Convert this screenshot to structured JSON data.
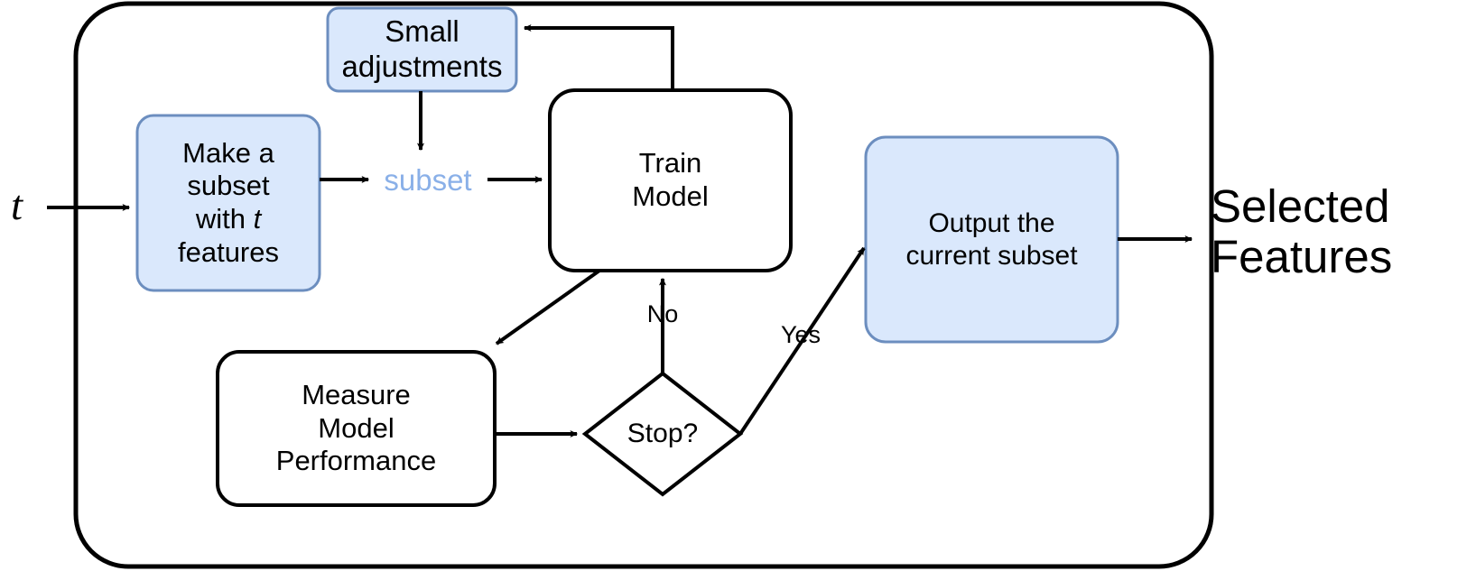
{
  "diagram": {
    "title": "Feature subset selection loop",
    "colors": {
      "node_fill_blue": "#dae8fc",
      "node_stroke_blue": "#6c8ebf",
      "node_fill_white": "#ffffff",
      "node_stroke_black": "#000000",
      "edge_color": "#000000",
      "subset_text_color": "#8ab0e8",
      "background": "#ffffff"
    },
    "container": {
      "name": "process-boundary",
      "shape": "rounded-rectangle"
    },
    "nodes": [
      {
        "id": "small-adjustments",
        "label": "Small\nadjustments",
        "shape": "rounded-rectangle",
        "style": "blue"
      },
      {
        "id": "make-subset",
        "label": "Make a\nsubset\nwith t\nfeatures",
        "shape": "rounded-rectangle",
        "style": "blue",
        "italic_tokens": [
          "t"
        ]
      },
      {
        "id": "train-model",
        "label": "Train\nModel",
        "shape": "rounded-rectangle",
        "style": "white"
      },
      {
        "id": "measure-performance",
        "label": "Measure\nModel\nPerformance",
        "shape": "rounded-rectangle",
        "style": "white"
      },
      {
        "id": "stop-decision",
        "label": "Stop?",
        "shape": "diamond",
        "style": "white"
      },
      {
        "id": "output-subset",
        "label": "Output the\ncurrent subset",
        "shape": "rounded-rectangle",
        "style": "blue"
      }
    ],
    "edge_labels": [
      {
        "id": "subset-variable",
        "text": "subset",
        "color": "#8ab0e8"
      },
      {
        "id": "decision-no",
        "text": "No",
        "color": "#000000"
      },
      {
        "id": "decision-yes",
        "text": "Yes",
        "color": "#000000"
      }
    ],
    "io_labels": [
      {
        "id": "input-t",
        "text": "t",
        "style": "italic"
      },
      {
        "id": "output-selected-features",
        "text": "Selected\nFeatures",
        "style": "normal"
      }
    ],
    "edges": [
      {
        "from": "input-t",
        "to": "make-subset",
        "label": ""
      },
      {
        "from": "make-subset",
        "to": "subset-variable",
        "label": ""
      },
      {
        "from": "small-adjustments",
        "to": "subset-variable",
        "label": ""
      },
      {
        "from": "subset-variable",
        "to": "train-model",
        "label": ""
      },
      {
        "from": "train-model",
        "to": "small-adjustments",
        "label": ""
      },
      {
        "from": "train-model",
        "to": "measure-performance",
        "label": ""
      },
      {
        "from": "measure-performance",
        "to": "stop-decision",
        "label": ""
      },
      {
        "from": "stop-decision",
        "to": "train-model",
        "label": "No"
      },
      {
        "from": "stop-decision",
        "to": "output-subset",
        "label": "Yes"
      },
      {
        "from": "output-subset",
        "to": "output-selected-features",
        "label": ""
      }
    ]
  }
}
